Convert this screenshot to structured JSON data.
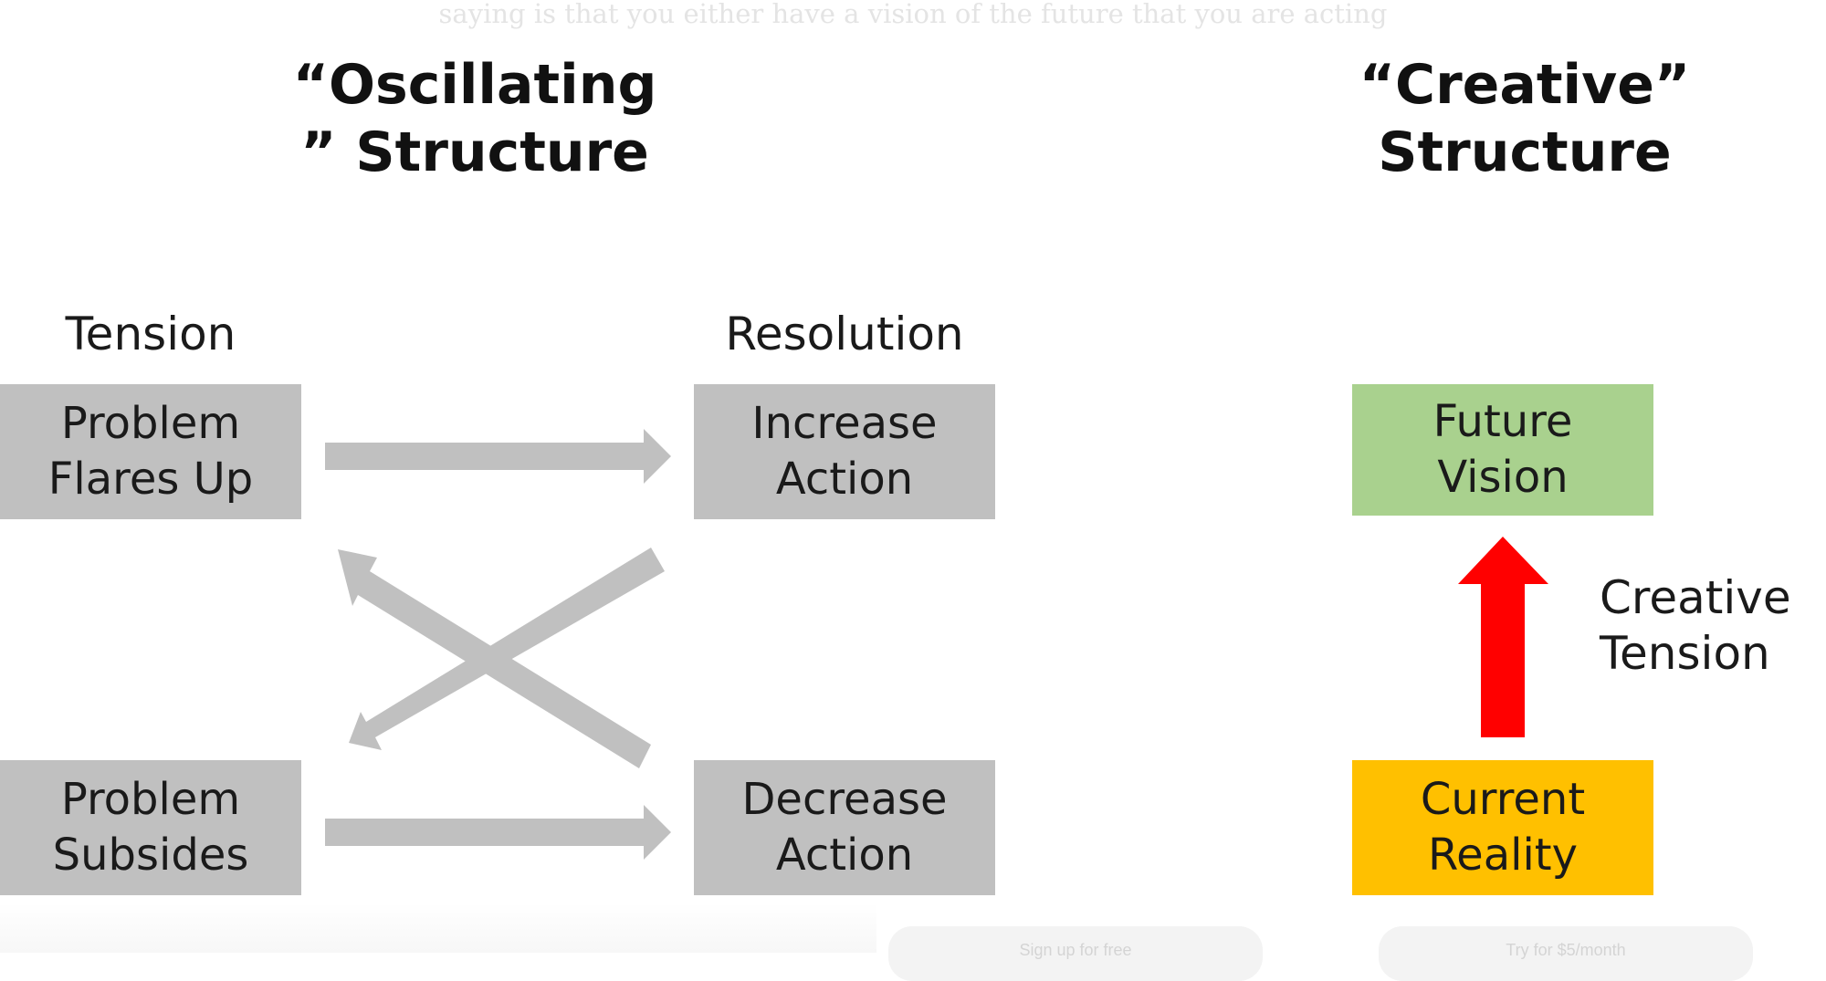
{
  "background_text": "saying is that you either have a vision of the future that you are acting",
  "oscillating": {
    "heading_lines": [
      "“Oscillating",
      "” Structure"
    ],
    "tension_label": "Tension",
    "resolution_label": "Resolution",
    "boxes": {
      "problem_flares_up": [
        "Problem",
        "Flares Up"
      ],
      "increase_action": [
        "Increase",
        "Action"
      ],
      "problem_subsides": [
        "Problem",
        "Subsides"
      ],
      "decrease_action": [
        "Decrease",
        "Action"
      ]
    },
    "box_color": "#c0c0c0",
    "arrow_color": "#c0c0c0"
  },
  "creative": {
    "heading_lines": [
      "“Creative”",
      "Structure"
    ],
    "future_vision": [
      "Future",
      "Vision"
    ],
    "current_reality": [
      "Current",
      "Reality"
    ],
    "tension_label_lines": [
      "Creative",
      "Tension"
    ],
    "colors": {
      "future_vision": "#a9d18e",
      "current_reality": "#ffc000",
      "arrow": "#ff0000"
    }
  },
  "overlay_buttons": {
    "signup": "Sign up for free",
    "trial": "Try for $5/month"
  }
}
